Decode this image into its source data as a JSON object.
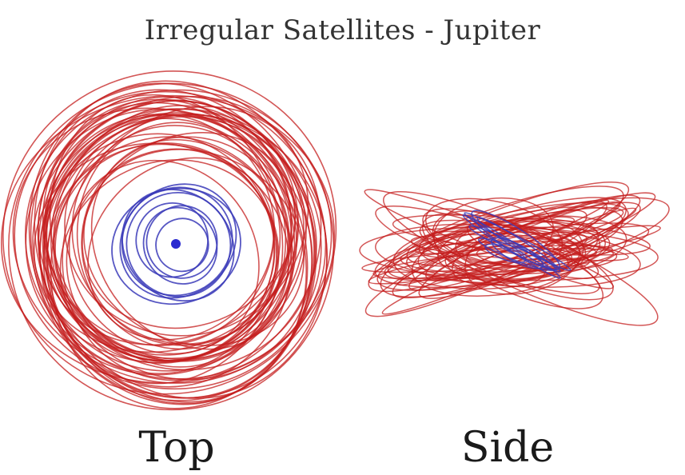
{
  "title": "Irregular Satellites - Jupiter",
  "corner_left": "",
  "corner_right": "",
  "views": {
    "top_label": "Top",
    "side_label": "Side"
  },
  "colors": {
    "prograde_inner": "#3a3ab8",
    "retrograde_outer": "#c41e1e",
    "planet": "#2a2ad0"
  }
}
